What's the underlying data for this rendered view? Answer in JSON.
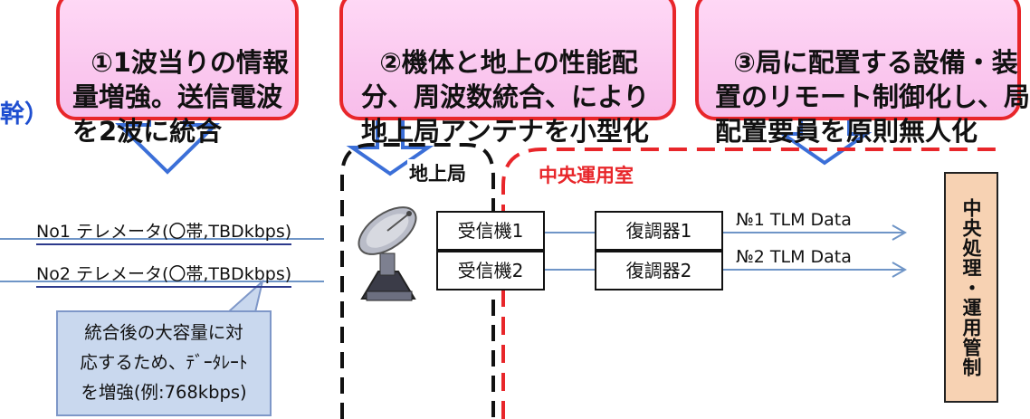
{
  "callouts": [
    {
      "text": "①1波当りの情報\n量増強。送信電波\nを2波に統合"
    },
    {
      "text": "②機体と地上の性能配\n分、周波数統合、により\n地上局アンテナを小型化"
    },
    {
      "text": "③局に配置する設備・装\n置のリモート制御化し、局\n配置要員を原則無人化"
    }
  ],
  "left_fragment": "幹）",
  "ground_station_label": "地上局",
  "central_room_label": "中央運用室",
  "telemetry": [
    {
      "label": "No1 テレメータ(〇帯,TBDkbps)"
    },
    {
      "label": "No2 テレメータ(〇帯,TBDkbps)"
    }
  ],
  "receivers": [
    "受信機1",
    "受信機2"
  ],
  "demodulators": [
    "復調器1",
    "復調器2"
  ],
  "tlm_outputs": [
    "№1 TLM Data",
    "№2 TLM Data"
  ],
  "note": "統合後の大容量に対\n応するため、ﾃﾞｰﾀﾚｰﾄ\nを増強(例:768kbps)",
  "central_processing": "中央処理・運用管制",
  "colors": {
    "callout_border": "#e8262a",
    "callout_fill": "#f9c6ee",
    "arrow": "#3b6fd8",
    "central_room_border": "#e8262a",
    "note_fill": "#c9d8ee",
    "processing_fill": "#f7d2b3",
    "link": "#6f95c7"
  },
  "icons": {
    "antenna": "satellite-dish-icon"
  }
}
